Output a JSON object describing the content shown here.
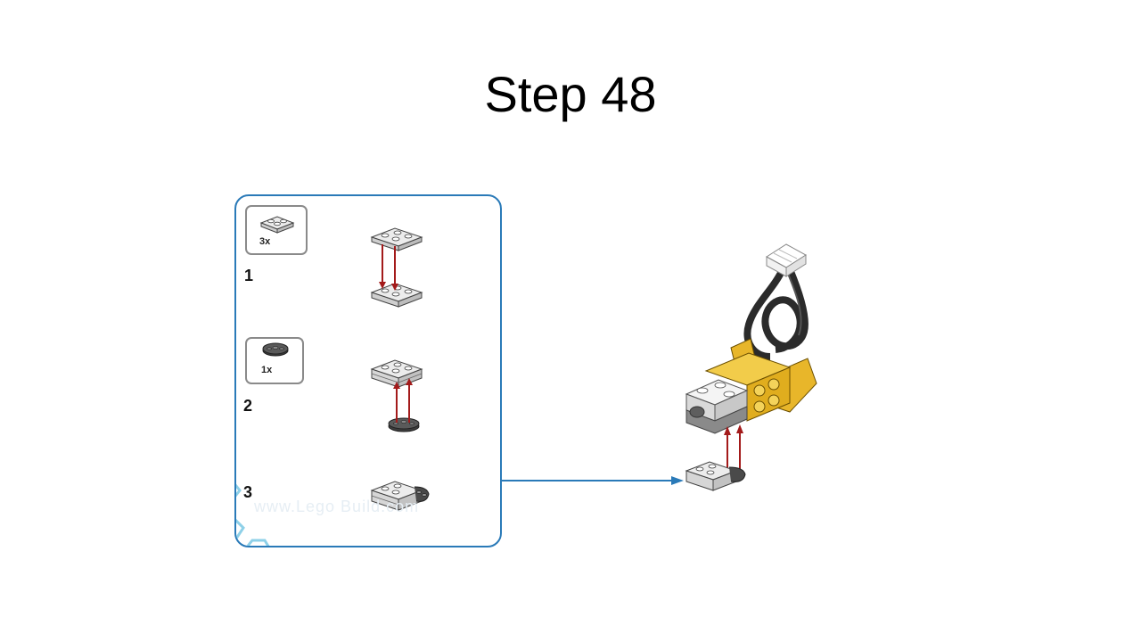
{
  "slide": {
    "title": "Step 48"
  },
  "sub_assembly": {
    "steps": [
      {
        "number": "1",
        "part_quantity": "3x"
      },
      {
        "number": "2",
        "part_quantity": "1x"
      },
      {
        "number": "3"
      }
    ],
    "watermark": "www.Lego Build.com"
  },
  "colors": {
    "panel_border": "#2a7ab8",
    "arrow": "#a31a1a",
    "brick_yellow": "#e8b62a",
    "brick_gray": "#d6d6d6",
    "cable_black": "#2b2b2b"
  },
  "icons": [
    "plate-2x2-icon",
    "round-plate-icon",
    "placement-arrow-icon",
    "motor-module-icon",
    "connector-cable-icon",
    "connector-arrow-icon"
  ]
}
